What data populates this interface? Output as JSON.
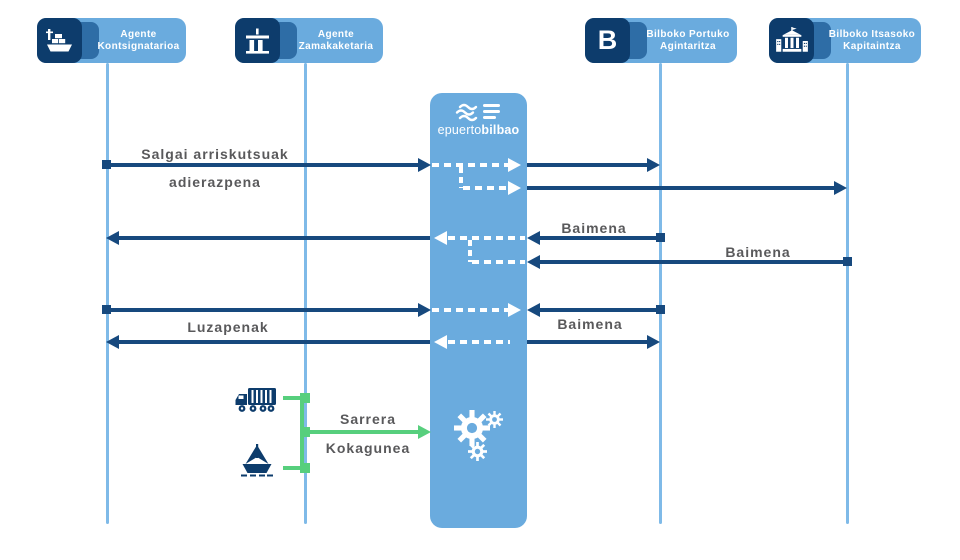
{
  "actors": [
    {
      "id": "agente-kontsignatarioa",
      "line1": "Agente",
      "line2": "Kontsignatarioa",
      "icon": "cargo-ship-crane-icon"
    },
    {
      "id": "agente-zamakaketaria",
      "line1": "Agente",
      "line2": "Zamakaketaria",
      "icon": "stevedore-warehouse-icon"
    },
    {
      "id": "bilboko-portuko-agintaritza",
      "line1": "Bilboko Portuko",
      "line2": "Agintaritza",
      "icon": "port-authority-b-logo-icon",
      "monogram": "B"
    },
    {
      "id": "bilboko-itsasoko-kapitaintza",
      "line1": "Bilboko Itsasoko",
      "line2": "Kapitaintza",
      "icon": "harbor-master-building-icon"
    }
  ],
  "system": {
    "id": "epuertobilbao",
    "name_light": "epuerto",
    "name_bold": "bilbao",
    "logo": "waves-and-lines-logo",
    "process_icon": "gears-icon"
  },
  "messages": [
    {
      "id": "salgai-arriskutsuak-adierazpena",
      "line1": "Salgai arriskutsuak",
      "line2": "adierazpena",
      "from": "agente-kontsignatarioa",
      "to": "epuertobilbao",
      "forwarded_to": [
        "bilboko-portuko-agintaritza",
        "bilboko-itsasoko-kapitaintza"
      ],
      "style": "solid-navy"
    },
    {
      "id": "baimena-portuko",
      "label": "Baimena",
      "from": "bilboko-portuko-agintaritza",
      "to": "epuertobilbao",
      "forwarded_to": [
        "agente-kontsignatarioa"
      ],
      "style": "solid-navy"
    },
    {
      "id": "baimena-itsasoko",
      "label": "Baimena",
      "from": "bilboko-itsasoko-kapitaintza",
      "to": "epuertobilbao",
      "style": "solid-navy"
    },
    {
      "id": "luzapenak",
      "label": "Luzapenak",
      "between": [
        "agente-kontsignatarioa",
        "epuertobilbao"
      ],
      "style": "solid-navy-bidirectional"
    },
    {
      "id": "baimena-luzapenak",
      "label": "Baimena",
      "between": [
        "bilboko-portuko-agintaritza",
        "epuertobilbao"
      ],
      "style": "solid-navy-bidirectional"
    },
    {
      "id": "sarrera-kokagunea",
      "line1": "Sarrera",
      "line2": "Kokagunea",
      "from": "truck-and-ship",
      "to": "epuertobilbao",
      "style": "solid-green"
    }
  ],
  "side_icons": [
    {
      "id": "truck",
      "icon": "truck-icon"
    },
    {
      "id": "ship",
      "icon": "ship-icon"
    }
  ],
  "colors": {
    "light_blue": "#6AABDE",
    "lifeline_blue": "#7FBAE8",
    "navy": "#0D3C6C",
    "mid_blue": "#2E6DA6",
    "arrow_navy": "#17497E",
    "green": "#57CF7D",
    "label_gray": "#59595B"
  }
}
